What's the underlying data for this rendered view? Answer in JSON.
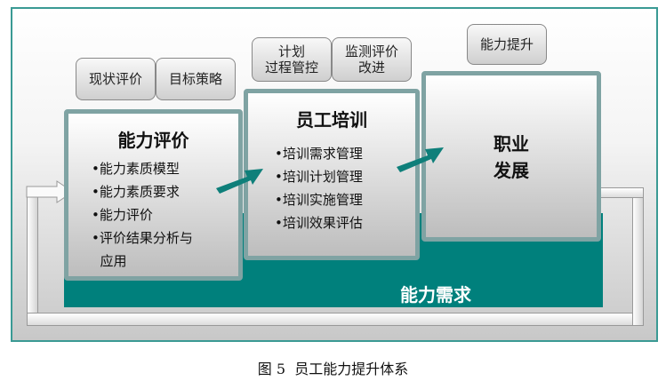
{
  "tags": {
    "current_eval": "现状评价",
    "target_strategy": "目标策略",
    "plan_line1": "计划",
    "plan_line2": "过程管控",
    "monitor_line1": "监测评价",
    "monitor_line2": "改进",
    "ability_up": "能力提升"
  },
  "box1": {
    "title": "能力评价",
    "items": [
      "•能力素质模型",
      "•能力素质要求",
      "•能力评价",
      "•评价结果分析与",
      "  应用"
    ]
  },
  "box2": {
    "title": "员工培训",
    "items": [
      "•培训需求管理",
      "•培训计划管理",
      "•培训实施管理",
      "•培训效果评估"
    ]
  },
  "box3": {
    "title_line1": "职业",
    "title_line2": "发展"
  },
  "band_label": "能力需求",
  "caption": "图 5  员工能力提升体系",
  "colors": {
    "teal": "#00807c",
    "border": "#3a9a94"
  }
}
